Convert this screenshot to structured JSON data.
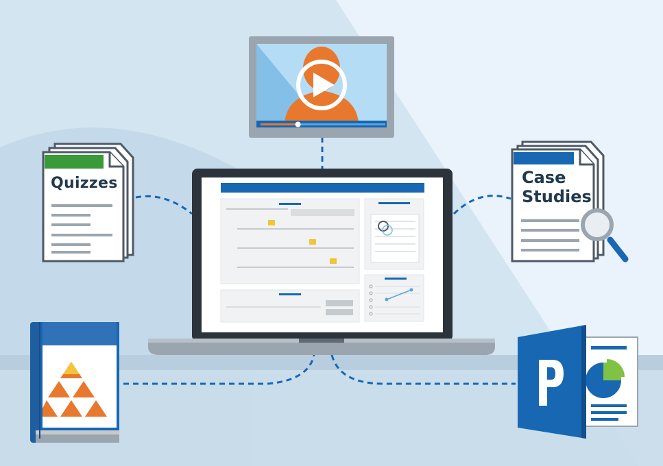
{
  "labels": {
    "quizzes": "Quizzes",
    "case_studies_line1": "Case",
    "case_studies_line2": "Studies"
  },
  "icons": {
    "video": "video-player-icon",
    "play": "play-icon",
    "quizzes": "quiz-document-icon",
    "case_studies": "case-study-document-icon",
    "magnifier": "magnifying-glass-icon",
    "laptop": "laptop-icon",
    "book": "book-icon",
    "powerpoint": "powerpoint-icon"
  },
  "colors": {
    "background_dark": "#cfe0ee",
    "background_light": "#eaf3fb",
    "hill": "#c2d6e6",
    "blue": "#1767b3",
    "dark_blue": "#1f5fa0",
    "orange": "#e8782d",
    "green": "#3a9a3a",
    "yellow": "#f3c43a",
    "gray_frame": "#9aa5b0",
    "laptop_body": "#2c333b",
    "outline": "#4d5966"
  },
  "video": {
    "progress": 0.3
  }
}
